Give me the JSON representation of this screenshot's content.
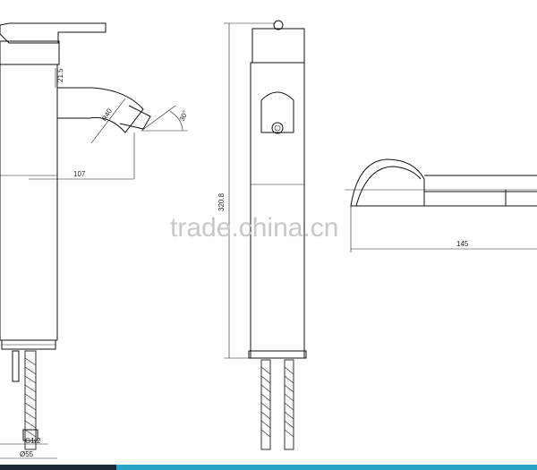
{
  "dimensions": {
    "spout_height": "21.5",
    "radius": "R40",
    "angle": "30°",
    "spout_reach": "107",
    "total_height": "320.8",
    "handle_length": "145",
    "hose_thread": "G1/2",
    "base_diameter": "Ø55"
  },
  "watermark": "trade.china.cn",
  "colors": {
    "line": "#111111",
    "watermark": "#c8c8c8",
    "bar_dark": "#1e2a33",
    "bar_accent": "#2aa3c8"
  }
}
